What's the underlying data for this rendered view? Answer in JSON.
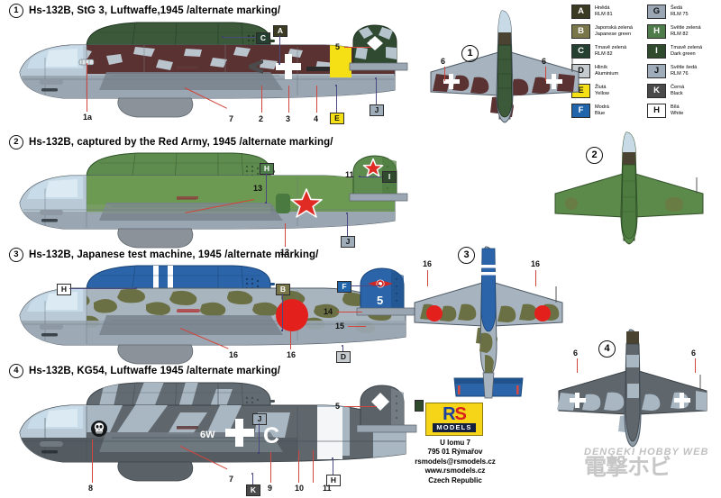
{
  "sheet": {
    "title_profiles": [
      {
        "num": "1",
        "text": "Hs-132B, StG 3, Luftwaffe,1945 /alternate marking/"
      },
      {
        "num": "2",
        "text": "Hs-132B, captured by the Red Army, 1945 /alternate marking/"
      },
      {
        "num": "3",
        "text": "Hs-132B, Japanese test machine, 1945 /alternate marking/"
      },
      {
        "num": "4",
        "text": "Hs-132B, KG54, Luftwaffe 1945 /alternate marking/"
      }
    ]
  },
  "legend": {
    "column1": [
      {
        "letter": "A",
        "cz": "Hnědá",
        "en": "RLM 81",
        "hex": "#3b3a23",
        "fg": "#ffffff"
      },
      {
        "letter": "B",
        "cz": "Japonská zelená",
        "en": "Japanese green",
        "hex": "#79764a",
        "fg": "#ffffff"
      },
      {
        "letter": "C",
        "cz": "Tmavě zelená",
        "en": "RLM 82",
        "hex": "#254030",
        "fg": "#ffffff"
      },
      {
        "letter": "D",
        "cz": "Hliník",
        "en": "Aluminium",
        "hex": "#c6cbd0",
        "fg": "#111111"
      },
      {
        "letter": "E",
        "cz": "Žlutá",
        "en": "Yellow",
        "hex": "#f5e016",
        "fg": "#111111"
      },
      {
        "letter": "F",
        "cz": "Modrá",
        "en": "Blue",
        "hex": "#2064ab",
        "fg": "#ffffff"
      }
    ],
    "column2": [
      {
        "letter": "G",
        "cz": "Šedá",
        "en": "RLM 75",
        "hex": "#9aa6b3",
        "fg": "#111111"
      },
      {
        "letter": "H",
        "cz": "Světle zelená",
        "en": "RLM 82",
        "hex": "#4e7c4a",
        "fg": "#ffffff"
      },
      {
        "letter": "I",
        "cz": "Tmavě zelená",
        "en": "Dark green",
        "hex": "#2f4a2c",
        "fg": "#ffffff"
      },
      {
        "letter": "J",
        "cz": "Světle šedá",
        "en": "RLM 76",
        "hex": "#9fadba",
        "fg": "#111111"
      },
      {
        "letter": "K",
        "cz": "Černá",
        "en": "Black",
        "hex": "#4a4a4a",
        "fg": "#ffffff"
      },
      {
        "letter": "H",
        "cz": "Bílá",
        "en": "White",
        "hex": "#ffffff",
        "fg": "#111111"
      }
    ]
  },
  "profile1": {
    "callouts": [
      {
        "letter": "C",
        "hex": "#254030",
        "fg": "#ffffff"
      },
      {
        "letter": "A",
        "hex": "#3b3a23",
        "fg": "#ffffff"
      },
      {
        "letter": "E",
        "hex": "#f5e016",
        "fg": "#111111"
      },
      {
        "letter": "J",
        "hex": "#9fadba",
        "fg": "#111111"
      }
    ],
    "numbers": [
      "1a",
      "7",
      "2",
      "3",
      "4",
      "5"
    ]
  },
  "profile2": {
    "callouts": [
      {
        "letter": "H",
        "hex": "#4e7c4a",
        "fg": "#ffffff"
      },
      {
        "letter": "I",
        "hex": "#2f4a2c",
        "fg": "#ffffff"
      },
      {
        "letter": "J",
        "hex": "#9fadba",
        "fg": "#111111"
      }
    ],
    "numbers": [
      "13",
      "13",
      "11"
    ]
  },
  "profile3": {
    "callouts": [
      {
        "letter": "H",
        "hex": "#ffffff",
        "fg": "#111111"
      },
      {
        "letter": "B",
        "hex": "#79764a",
        "fg": "#ffffff"
      },
      {
        "letter": "F",
        "hex": "#2064ab",
        "fg": "#ffffff"
      },
      {
        "letter": "D",
        "hex": "#c6cbd0",
        "fg": "#111111"
      }
    ],
    "numbers": [
      "14",
      "15",
      "16",
      "16"
    ],
    "tail_number": "5"
  },
  "profile4": {
    "callouts": [
      {
        "letter": "J",
        "hex": "#9fadba",
        "fg": "#111111"
      },
      {
        "letter": "K",
        "hex": "#4a4a4a",
        "fg": "#ffffff"
      },
      {
        "letter": "H",
        "hex": "#ffffff",
        "fg": "#111111"
      }
    ],
    "numbers": [
      "8",
      "7",
      "9",
      "10",
      "11",
      "5"
    ],
    "code": "6W",
    "letter_code": "C"
  },
  "plans": [
    {
      "num": "1",
      "marks": [
        "6",
        "6"
      ]
    },
    {
      "num": "2",
      "marks": []
    },
    {
      "num": "3",
      "marks": [
        "16",
        "16"
      ]
    },
    {
      "num": "4",
      "marks": [
        "6",
        "6"
      ]
    }
  ],
  "footer": {
    "logo_r": "R",
    "logo_s": "S",
    "logo_models": "MODELS",
    "address": [
      "U lomu 7",
      "795 01 Rýmařov",
      "rsmodels@rsmodels.cz",
      "www.rsmodels.cz",
      "Czech Republic"
    ]
  },
  "watermark": {
    "line1": "DENGEKI HOBBY WEB",
    "line2": "電撃ホビ"
  }
}
